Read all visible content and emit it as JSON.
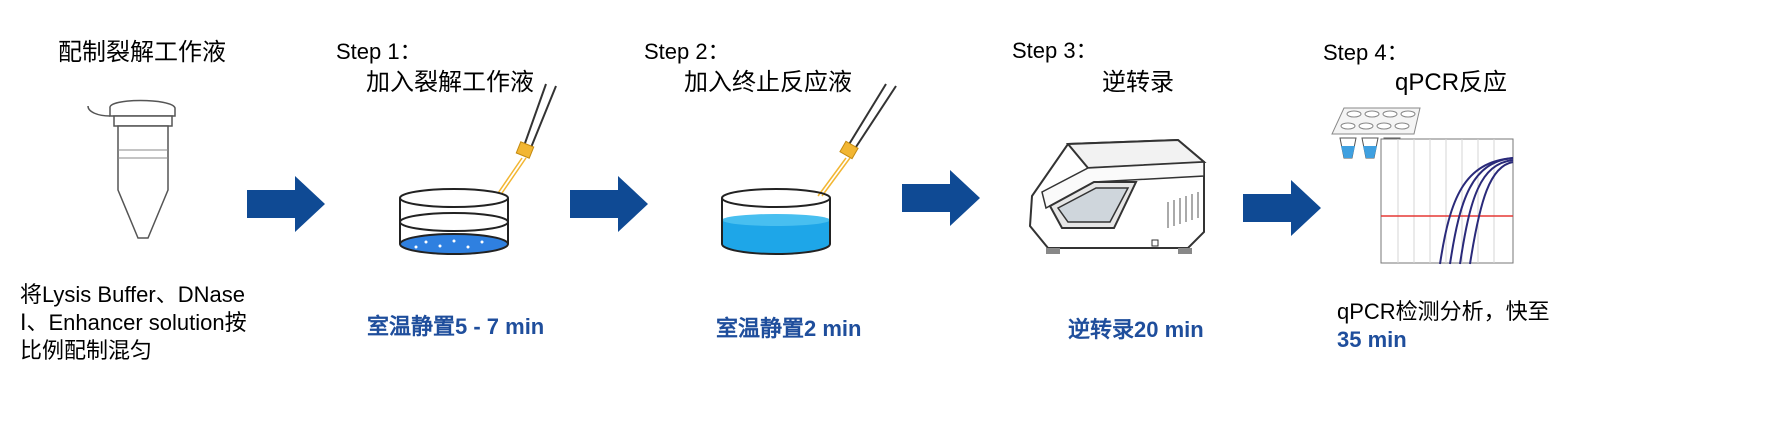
{
  "prep": {
    "title": "配制裂解工作液",
    "desc_lines": [
      "将Lysis Buffer、DNase",
      "Ⅰ、Enhancer solution按",
      "比例配制混匀"
    ]
  },
  "steps": [
    {
      "label": "Step 1：",
      "title": "加入裂解工作液",
      "note": "室温静置5 - 7 min"
    },
    {
      "label": "Step 2：",
      "title": "加入终止反应液",
      "note": "室温静置2 min"
    },
    {
      "label": "Step 3：",
      "title": "逆转录",
      "note": "逆转录20 min"
    },
    {
      "label": "Step 4：",
      "title": "qPCR反应",
      "note_prefix": "qPCR检测分析，快至",
      "note_time": "35 min"
    }
  ],
  "colors": {
    "arrow": "#0f4a94",
    "accent": "#1f4e9c",
    "cells": "#2f80e0",
    "liquid": "#1ea6e8",
    "pipette_tip": "#f2b632",
    "threshold": "#e53935",
    "curves": "#2a2a7a"
  }
}
